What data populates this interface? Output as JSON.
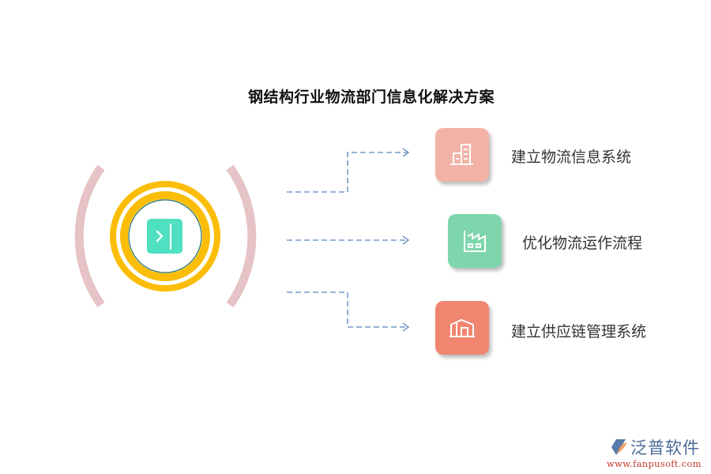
{
  "diagram": {
    "title": "钢结构行业物流部门信息化解决方案",
    "center": {
      "icon": "sidebar-expand-icon",
      "icon_color": "#4ee0c0",
      "ring_color": "#fbbd08",
      "inner_border_color": "#1f6f66",
      "bracket_color": "#e6c3c6"
    },
    "connector_color": "#5b84c0",
    "items": [
      {
        "label": "建立物流信息系统",
        "icon": "building-icon",
        "color": "#f2b3a6"
      },
      {
        "label": "优化物流运作流程",
        "icon": "factory-icon",
        "color": "#7fd6ad"
      },
      {
        "label": "建立供应链管理系统",
        "icon": "warehouse-icon",
        "color": "#f08670"
      }
    ]
  },
  "watermark": {
    "brand": "泛普软件",
    "url": "www.fanpusoft.com"
  }
}
